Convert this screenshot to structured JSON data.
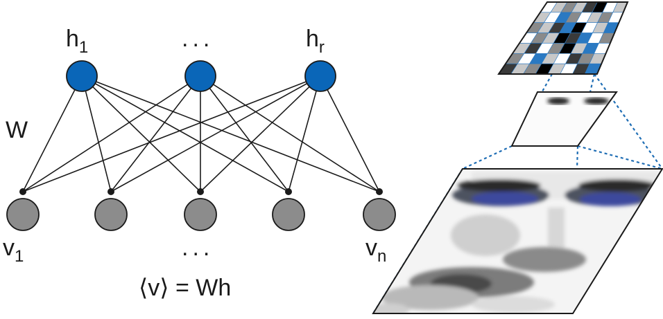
{
  "network": {
    "hidden_labels": [
      {
        "name": "h",
        "sub": "1"
      },
      {
        "name": "...",
        "sub": ""
      },
      {
        "name": "h",
        "sub": "r"
      }
    ],
    "weight_label": "W",
    "visible_labels": [
      {
        "name": "v",
        "sub": "1"
      },
      {
        "name": "...",
        "sub": ""
      },
      {
        "name": "v",
        "sub": "n"
      }
    ],
    "equation": "⟨v⟩ = Wh",
    "hidden_color": "#0a66b8",
    "visible_color": "#8c8c8c"
  },
  "panels": {
    "top_grid": {
      "description_colors": [
        "#ffffff",
        "#c8c8c8",
        "#8a8a8a",
        "#3a3a3a",
        "#000000",
        "#2a79c2"
      ]
    },
    "accent_dashed": "#1f6eb5"
  }
}
